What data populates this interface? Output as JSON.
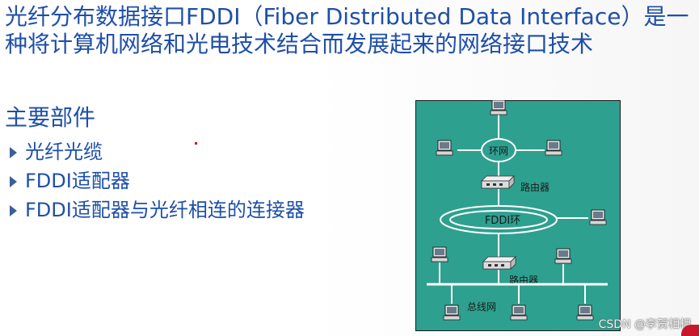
{
  "title": "光纤分布数据接口FDDI（Fiber Distributed Data Interface）是一种将计算机网络和光电技术结合而发展起来的网络接口技术",
  "section_heading": "主要部件",
  "components": [
    "光纤光缆",
    "FDDI适配器",
    "FDDI适配器与光纤相连的连接器"
  ],
  "diagram": {
    "ring_label": "环网",
    "fddi_label": "FDDI环",
    "router_top_label": "路由器",
    "router_bottom_label": "路由器",
    "bus_label": "总线网"
  },
  "watermark": "CSDN @李贺相相",
  "colors": {
    "text": "#1e4fa8",
    "diagram_bg": "#2ea090",
    "ring": "#ffffff"
  }
}
